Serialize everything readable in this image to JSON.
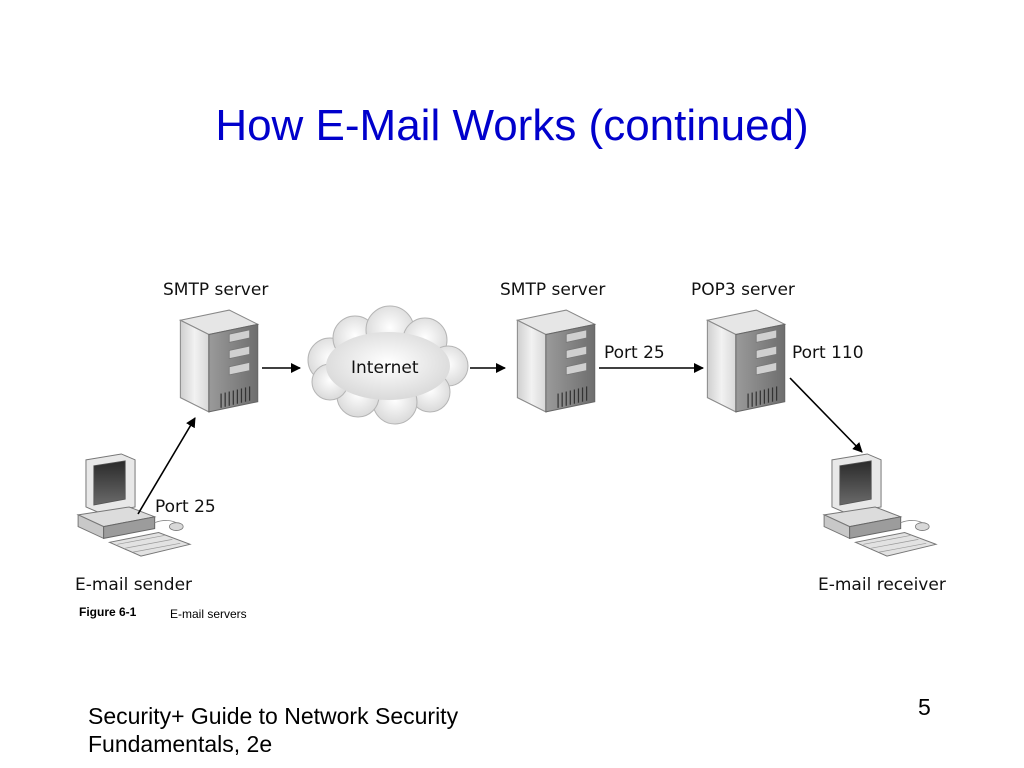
{
  "slide": {
    "title": "How E-Mail Works (continued)",
    "footer_line1": "Security+ Guide to Network Security",
    "footer_line2": "Fundamentals, 2e",
    "page_number": "5"
  },
  "diagram": {
    "labels": {
      "smtp_server_1": "SMTP server",
      "internet": "Internet",
      "smtp_server_2": "SMTP server",
      "pop3_server": "POP3 server",
      "port_25_sender": "Port 25",
      "port_25_server": "Port 25",
      "port_110": "Port 110",
      "email_sender": "E-mail sender",
      "email_receiver": "E-mail receiver"
    },
    "caption_label": "Figure 6-1",
    "caption_text": "E-mail servers",
    "icons": [
      "server-icon",
      "cloud-icon",
      "computer-icon",
      "arrow-icon"
    ]
  }
}
